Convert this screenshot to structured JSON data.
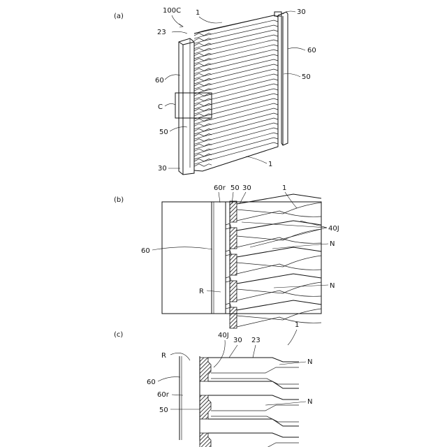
{
  "panels": {
    "a": {
      "caption": "(a)",
      "labels": {
        "assembly": "100C",
        "tube_top": "1",
        "plate_top": "30",
        "fin_top": "23",
        "side_right": "60",
        "side_left": "60",
        "header_right": "50",
        "detail": "C",
        "header_left": "50",
        "plate_bottom": "30",
        "tube_bottom": "1"
      }
    },
    "b": {
      "caption": "(b)",
      "labels": {
        "side_r": "60r",
        "header": "50",
        "plate": "30",
        "tube": "1",
        "bond": "40J",
        "side": "60",
        "gap_n1": "N",
        "gap_n2": "N",
        "region": "R"
      }
    },
    "c": {
      "caption": "(c)",
      "labels": {
        "tube": "1",
        "bond": "40J",
        "plate": "30",
        "fin": "23",
        "region": "R",
        "gap_n1": "N",
        "side": "60",
        "side_r": "60r",
        "gap_n2": "N",
        "header": "50"
      }
    }
  }
}
